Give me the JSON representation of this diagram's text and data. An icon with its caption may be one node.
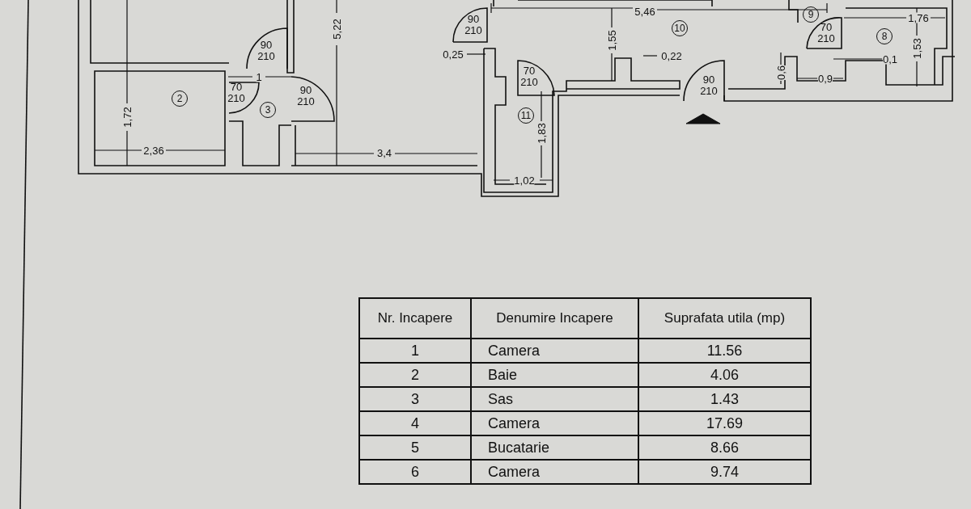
{
  "diagram": {
    "nodes": [
      {
        "text": [
          "9"
        ]
      },
      {
        "text": [
          "10"
        ]
      },
      {
        "text": [
          "8"
        ]
      },
      {
        "text": [
          "2"
        ]
      },
      {
        "text": [
          "3"
        ]
      },
      {
        "text": [
          "11"
        ]
      }
    ],
    "labels": [
      "5,46",
      "90 210",
      "1,76",
      "5,22",
      "1,55",
      "70 210",
      "90 210",
      "0,25",
      "0,22",
      "1,53",
      "0,1",
      "0,6",
      "1",
      "70 210",
      "90 210",
      "0,9",
      "70 210",
      "90 210",
      "1,72",
      "1,83",
      "2,36",
      "3,4",
      "1,02",
      "Nr. Incapere",
      "Denumire Incapere",
      "Suprafata utila (mp)",
      "1",
      "Camera",
      "11.56",
      "2",
      "Baie",
      "4.06",
      "3",
      "Sas",
      "1.43",
      "4",
      "Camera",
      "17.69",
      "5",
      "Bucatarie",
      "8.66",
      "6",
      "Camera",
      "9.74"
    ]
  }
}
